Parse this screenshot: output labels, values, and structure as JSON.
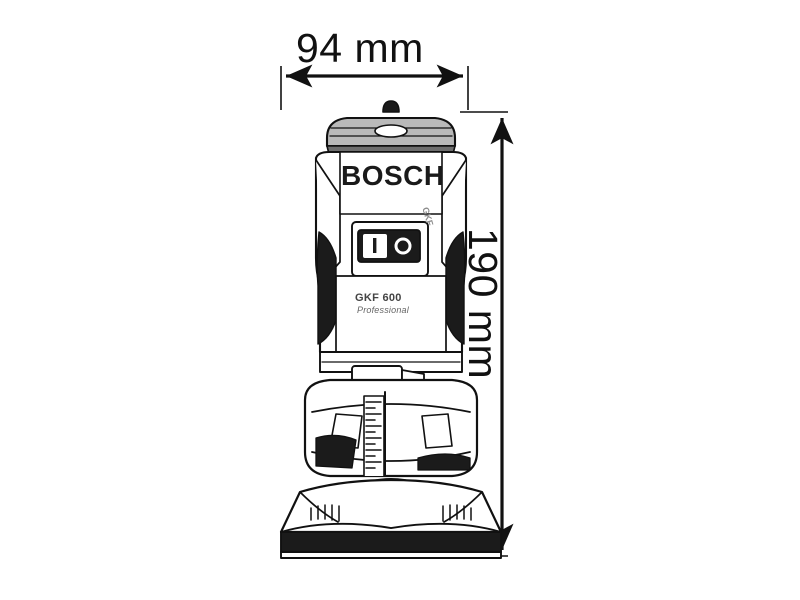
{
  "drawing": {
    "type": "technical-dimension-drawing",
    "subject": "Bosch GKF 600 Professional palm router / laminate trimmer",
    "view": "front elevation",
    "background_color": "#ffffff",
    "line_color": "#111111"
  },
  "dimensions": {
    "width": {
      "value": "94",
      "unit": "mm",
      "label": "94 mm",
      "orientation": "horizontal",
      "arrow_style": "double-headed"
    },
    "height": {
      "value": "190",
      "unit": "mm",
      "label": "190 mm",
      "orientation": "vertical",
      "text_rotation_deg": 90,
      "arrow_style": "double-headed"
    }
  },
  "product": {
    "brand": "BOSCH",
    "model": "GKF 600",
    "tier": "Professional",
    "side_decal": "GKF",
    "switch": {
      "on_marking": "I",
      "off_marking": "O"
    }
  },
  "colors": {
    "outline": "#111111",
    "fill": "#ffffff",
    "grip_dark": "#1b1b1b",
    "shade_grey": "#9a9a9a",
    "light_grey": "#d8d8d8"
  }
}
